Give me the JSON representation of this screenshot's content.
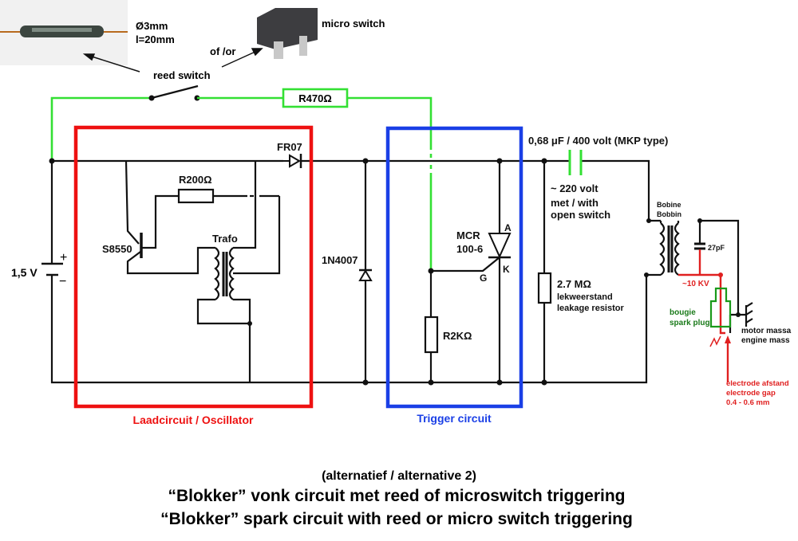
{
  "photos": {
    "reed_dimensions_1": "Ø3mm",
    "reed_dimensions_2": "l=20mm",
    "micro_switch_label": "micro switch",
    "or_label": "of /or",
    "reed_switch_label": "reed switch"
  },
  "components": {
    "r470": "R470Ω",
    "fr07": "FR07",
    "r200": "R200Ω",
    "s8550": "S8550",
    "trafo": "Trafo",
    "battery": "1,5 V",
    "plus": "+",
    "minus": "−",
    "n4007": "1N4007",
    "mcr_1": "MCR",
    "mcr_2": "100-6",
    "anode": "A",
    "cathode": "K",
    "gate": "G",
    "r2k": "R2KΩ",
    "cap_main": "0,68 μF / 400 volt (MKP type)",
    "volt_1": "~ 220 volt",
    "volt_2": "met / with",
    "volt_3": "open switch",
    "r27m_1": "2.7 MΩ",
    "r27m_2": "lekweerstand",
    "r27m_3": "leakage resistor",
    "bobine_1": "Bobine",
    "bobine_2": "Bobbin",
    "cap_27pf": "27pF",
    "kv": "~10 KV",
    "plug_1": "bougie",
    "plug_2": "spark plug",
    "mass_1": "motor massa",
    "mass_2": "engine mass",
    "gap_1": "electrode afstand",
    "gap_2": "electrode gap",
    "gap_3": "0.4 - 0.6 mm"
  },
  "blocks": {
    "oscillator": "Laadcircuit / Oscillator",
    "trigger": "Trigger circuit"
  },
  "captions": {
    "line1": "(alternatief / alternative 2)",
    "line2": "“Blokker” vonk circuit met reed of microswitch triggering",
    "line3": "“Blokker” spark circuit with reed or micro switch triggering"
  },
  "colors": {
    "oscillator_box": "#ee1111",
    "trigger_box": "#1a3fe6",
    "trigger_wire": "#33e033",
    "hv": "#e02020",
    "plug": "#1a7a1a"
  }
}
